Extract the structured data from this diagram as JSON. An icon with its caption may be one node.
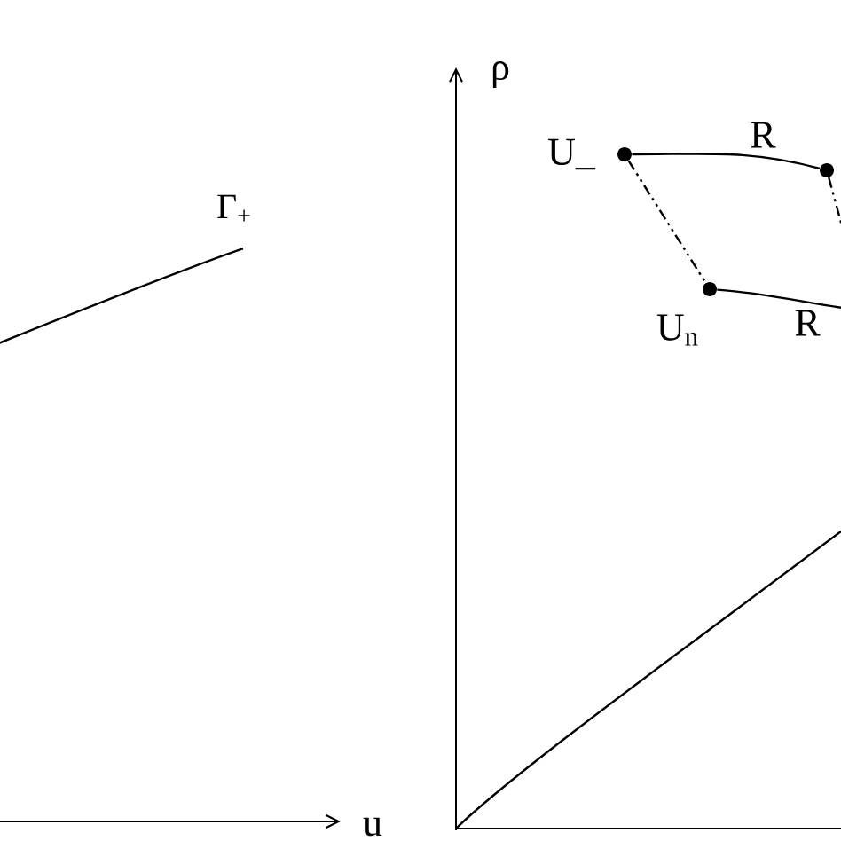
{
  "diagram": {
    "nodes": [
      {
        "text": [],
        "shape": "circle",
        "beside": [
          "U_"
        ]
      },
      {
        "text": [],
        "shape": "circle"
      },
      {
        "text": [],
        "shape": "circle",
        "beside": [
          "U$_{n}$"
        ]
      }
    ],
    "edges": [
      {
        "from": 0,
        "to": 1,
        "arrow": "none",
        "label": "R"
      },
      {
        "from": 0,
        "to": 2,
        "arrow": "none",
        "style": "dashed"
      },
      {
        "from": 2,
        "to": null,
        "arrow": "none",
        "label": "R"
      },
      {
        "from": 1,
        "to": null,
        "arrow": "none",
        "style": "dashed"
      }
    ],
    "labels": [
      "Γ$_{+}$",
      "u",
      "ρ"
    ]
  }
}
